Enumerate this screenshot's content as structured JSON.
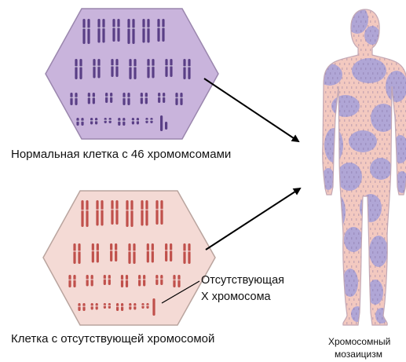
{
  "colors": {
    "normal_cell_fill": "#c9b4dc",
    "normal_cell_stroke": "#9a86ad",
    "normal_chromosome": "#5a3f86",
    "missing_cell_fill": "#f4dad5",
    "missing_cell_stroke": "#b9a49e",
    "missing_chromosome": "#c0504b",
    "body_pink": "#f3c9c0",
    "body_purple": "#a9a2d8",
    "arrow": "#000000"
  },
  "icons": {
    "normal_cell": "normal-cell-hexagon-icon",
    "missing_cell": "missing-chromosome-cell-hexagon-icon",
    "body": "human-body-mosaic-icon"
  },
  "labels": {
    "normal_cell": "Нормальная клетка с 46 хромомсомами",
    "missing_cell": "Клетка с отсутствующей хромосомой",
    "missing_callout_line1": "Отсутствующая",
    "missing_callout_line2": "X хромосома",
    "mosaic_line1": "Хромосомный",
    "mosaic_line2": "мозаицизм"
  }
}
